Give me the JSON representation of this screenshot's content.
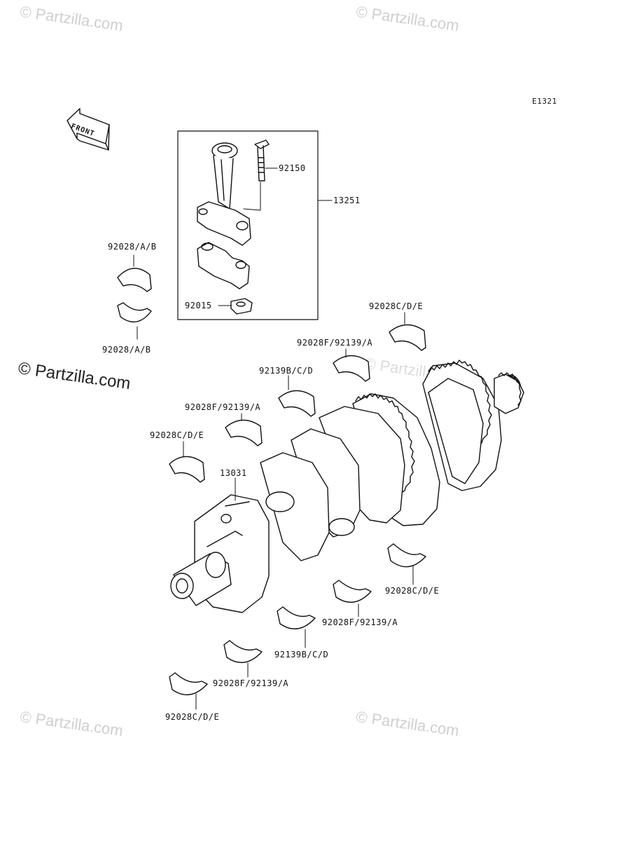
{
  "diagram": {
    "code": "E1321",
    "front_label": "FRONT",
    "callouts": {
      "assembly": "13251",
      "bolt": "92150",
      "nut": "92015",
      "crankshaft": "13031",
      "rod_bearing_upper": "92028/A/B",
      "rod_bearing_lower": "92028/A/B",
      "top_main_1": "92028C/D/E",
      "top_main_2": "92028F/92139/A",
      "top_main_3": "92139B/C/D",
      "top_main_4": "92028F/92139/A",
      "top_main_5": "92028C/D/E",
      "bot_main_1": "92028C/D/E",
      "bot_main_2": "92028F/92139/A",
      "bot_main_3": "92139B/C/D",
      "bot_main_4": "92028F/92139/A",
      "bot_main_5": "92028C/D/E"
    }
  },
  "watermarks": {
    "small": "© Partzilla.com",
    "large": "© Partzilla.com"
  }
}
